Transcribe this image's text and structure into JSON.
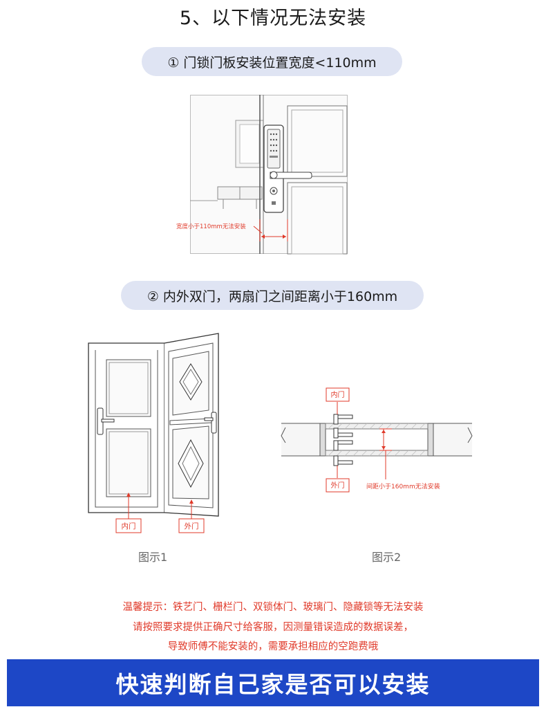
{
  "title": "5、以下情况无法安装",
  "case1": {
    "label": "① 门锁门板安装位置宽度<110mm",
    "annotation": "宽度小于110mm无法安装"
  },
  "case2": {
    "label": "② 内外双门，两扇门之间距离小于160mm",
    "fig1": {
      "inner_tag": "内门",
      "outer_tag": "外门",
      "caption": "图示1"
    },
    "fig2": {
      "inner_tag": "内门",
      "outer_tag": "外门",
      "annotation": "间距小于160mm无法安装",
      "caption": "图示2"
    }
  },
  "notice": {
    "line1": "温馨提示：铁艺门、栅栏门、双锁体门、玻璃门、隐藏锁等无法安装",
    "line2": "请按照要求提供正确尺寸给客服，因测量错误造成的数据误差，",
    "line3": "导致师傅不能安装的，需要承担相应的空跑费哦"
  },
  "banner": "快速判断自己家是否可以安装",
  "colors": {
    "accent_blue": "#1d47c6",
    "pill_bg": "#dfe4f3",
    "warning_red": "#e03a2a"
  }
}
